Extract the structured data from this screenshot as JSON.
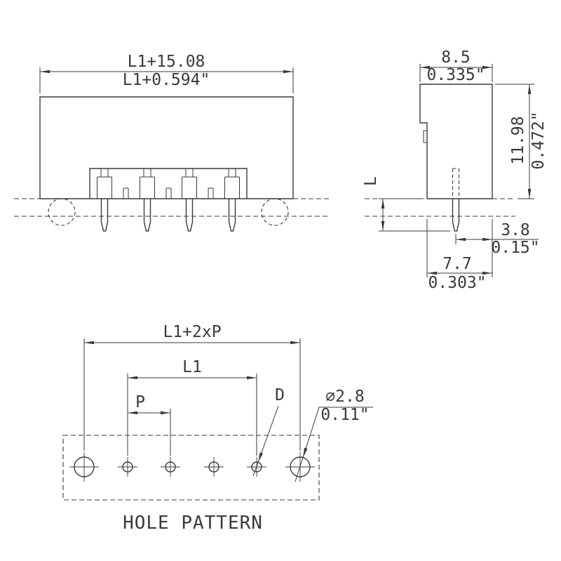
{
  "front_view": {
    "width_mm": "L1+15.08",
    "width_in": "L1+0.594\""
  },
  "side_view": {
    "depth_top_mm": "8.5",
    "depth_top_in": "0.335\"",
    "height_mm": "11.98",
    "height_in": "0.472\"",
    "pin_length_label": "L",
    "pin_to_edge_mm": "3.8",
    "pin_to_edge_in": "0.15\"",
    "depth_bottom_mm": "7.7",
    "depth_bottom_in": "0.303\""
  },
  "hole_pattern": {
    "overall_label": "L1+2xP",
    "l1_label": "L1",
    "pitch_label": "P",
    "pin_hole_label": "D",
    "peg_hole_mm": "⌀2.8",
    "peg_hole_in": "0.11\"",
    "caption": "HOLE PATTERN"
  },
  "colors": {
    "line": "#3a3a3a",
    "background": "#ffffff"
  }
}
